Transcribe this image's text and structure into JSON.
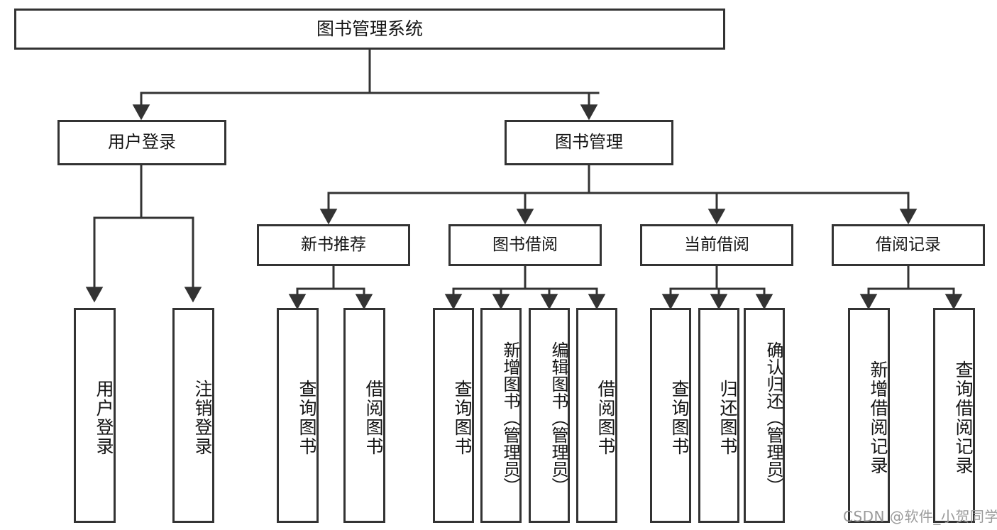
{
  "diagram": {
    "title": "图书管理系统",
    "type": "tree",
    "watermark": "CSDN @软件_小贺同学",
    "colors": {
      "box_border": "#333333",
      "box_fill": "#ffffff",
      "connector": "#333333",
      "text": "#141414",
      "watermark": "#9a9a9a"
    },
    "nodes": {
      "root": {
        "label": "图书管理系统",
        "level": 1
      },
      "level2": [
        {
          "id": "user-login",
          "label": "用户登录"
        },
        {
          "id": "book-manage",
          "label": "图书管理"
        }
      ],
      "level3": [
        {
          "id": "new-book-rec",
          "label": "新书推荐",
          "parent": "book-manage"
        },
        {
          "id": "book-borrow",
          "label": "图书借阅",
          "parent": "book-manage"
        },
        {
          "id": "current-borrow",
          "label": "当前借阅",
          "parent": "book-manage"
        },
        {
          "id": "borrow-record",
          "label": "借阅记录",
          "parent": "book-manage"
        }
      ],
      "leaves": [
        {
          "id": "leaf-user-login",
          "label": "用户登录",
          "parent": "user-login"
        },
        {
          "id": "leaf-user-logout",
          "label": "注销登录",
          "parent": "user-login"
        },
        {
          "id": "leaf-query-book-1",
          "label": "查询图书",
          "parent": "new-book-rec"
        },
        {
          "id": "leaf-borrow-book-1",
          "label": "借阅图书",
          "parent": "new-book-rec"
        },
        {
          "id": "leaf-query-book-2",
          "label": "查询图书",
          "parent": "book-borrow"
        },
        {
          "id": "leaf-add-book",
          "label": "新增图书（管理员）",
          "parent": "book-borrow"
        },
        {
          "id": "leaf-edit-book",
          "label": "编辑图书（管理员）",
          "parent": "book-borrow"
        },
        {
          "id": "leaf-borrow-book-2",
          "label": "借阅图书",
          "parent": "book-borrow"
        },
        {
          "id": "leaf-query-book-3",
          "label": "查询图书",
          "parent": "current-borrow"
        },
        {
          "id": "leaf-return-book",
          "label": "归还图书",
          "parent": "current-borrow"
        },
        {
          "id": "leaf-confirm-return",
          "label": "确认归还（管理员）",
          "parent": "current-borrow"
        },
        {
          "id": "leaf-add-record",
          "label": "新增借阅记录",
          "parent": "borrow-record"
        },
        {
          "id": "leaf-query-record",
          "label": "查询借阅记录",
          "parent": "borrow-record"
        }
      ]
    }
  }
}
